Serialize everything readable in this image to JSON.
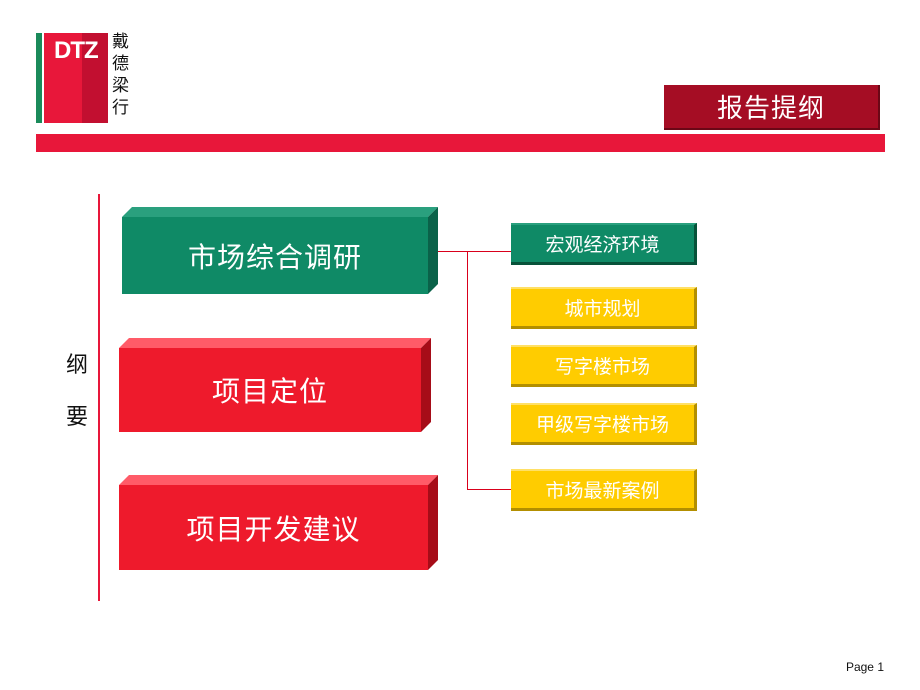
{
  "logo": {
    "brand": "DTZ",
    "chinese_lines": [
      "戴",
      "德",
      "梁",
      "行"
    ]
  },
  "header": {
    "title": "报告提纲"
  },
  "side_label": {
    "chars": [
      "纲",
      "要"
    ]
  },
  "main_items": [
    {
      "label": "市场综合调研",
      "color": "#0f8a66"
    },
    {
      "label": "项目定位",
      "color": "#ee1a2c"
    },
    {
      "label": "项目开发建议",
      "color": "#ee1a2c"
    }
  ],
  "sub_items": [
    {
      "label": "宏观经济环境",
      "color": "#0f8a66"
    },
    {
      "label": "城市规划",
      "color": "#ffcc00"
    },
    {
      "label": "写字楼市场",
      "color": "#ffcc00"
    },
    {
      "label": "甲级写字楼市场",
      "color": "#ffcc00"
    },
    {
      "label": "市场最新案例",
      "color": "#ffcc00"
    }
  ],
  "footer": {
    "page": "Page 1"
  }
}
